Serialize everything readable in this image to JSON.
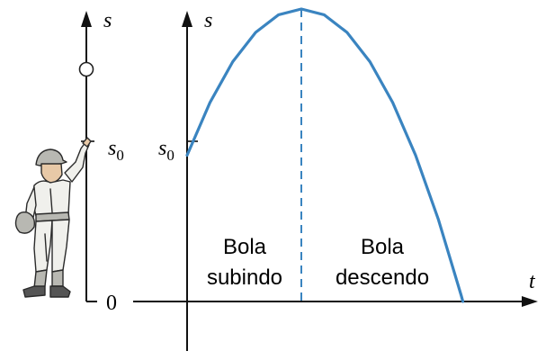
{
  "colors": {
    "curve": "#3a84c0",
    "axis": "#111111",
    "ball_fill": "#ffffff",
    "ball_stroke": "#222222",
    "player_skin": "#e8c9a7",
    "player_uniform": "#f0f0ec",
    "player_outline": "#2a2a2a",
    "player_shade": "#b8b8b2"
  },
  "left_axis": {
    "label": "s",
    "s0_label": "s",
    "s0_sub": "0",
    "zero_label": "0"
  },
  "graph": {
    "y_label": "s",
    "x_label": "t",
    "s0_label": "s",
    "s0_sub": "0",
    "rising_label_line1": "Bola",
    "rising_label_line2": "subindo",
    "falling_label_line1": "Bola",
    "falling_label_line2": "descendo"
  },
  "icons": {
    "ball": "circle-ball-icon",
    "player": "baseball-player-figure"
  },
  "chart_data": {
    "type": "line",
    "title": "",
    "xlabel": "t",
    "ylabel": "s",
    "series": [
      {
        "name": "",
        "points": [
          [
            0,
            0.5
          ],
          [
            0.1,
            0.68
          ],
          [
            0.2,
            0.82
          ],
          [
            0.3,
            0.92
          ],
          [
            0.4,
            0.98
          ],
          [
            0.5,
            1.0
          ],
          [
            0.6,
            0.98
          ],
          [
            0.7,
            0.92
          ],
          [
            0.8,
            0.82
          ],
          [
            0.9,
            0.68
          ],
          [
            1.0,
            0.5
          ],
          [
            1.1,
            0.28
          ],
          [
            1.2,
            0.02
          ],
          [
            1.207,
            0
          ]
        ]
      }
    ],
    "annotations": [
      {
        "x": 0.5,
        "style": "dashed-vertical",
        "meaning": "vertex"
      }
    ],
    "ticks_y": [
      "0",
      "s0"
    ],
    "grid": false
  }
}
